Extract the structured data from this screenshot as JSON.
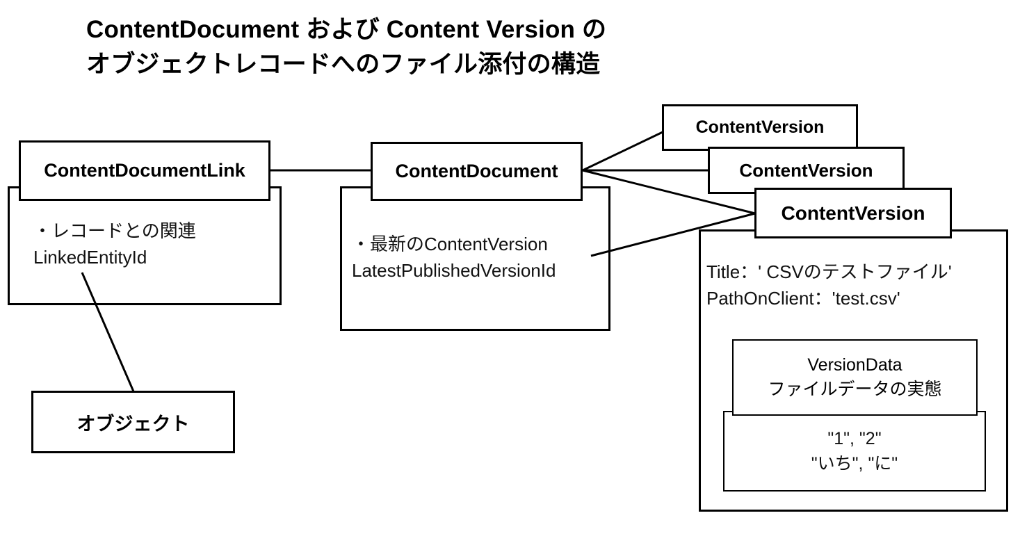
{
  "title": {
    "line1": "ContentDocument および Content Version の",
    "line2": "オブジェクトレコードへのファイル添付の構造",
    "full": "ContentDocument および Content Version の\nオブジェクトレコードへのファイル添付の構造"
  },
  "nodes": {
    "content_document_link": {
      "header": "ContentDocumentLink",
      "body": "・レコードとの関連\nLinkedEntityId"
    },
    "object": {
      "header": "オブジェクト"
    },
    "content_document": {
      "header": "ContentDocument",
      "body": "・最新のContentVersion\nLatestPublishedVersionId"
    },
    "content_version_1": {
      "header": "ContentVersion"
    },
    "content_version_2": {
      "header": "ContentVersion"
    },
    "content_version_3": {
      "header": "ContentVersion",
      "body": "Title：' CSVのテストファイル'\nPathOnClient：'test.csv'"
    },
    "version_data": {
      "header": "VersionData\nファイルデータの実態",
      "body": "\"1\", \"2\"\n\"いち\", \"に\""
    }
  },
  "colors": {
    "stroke": "#000000",
    "background": "#ffffff",
    "text": "#000000"
  }
}
